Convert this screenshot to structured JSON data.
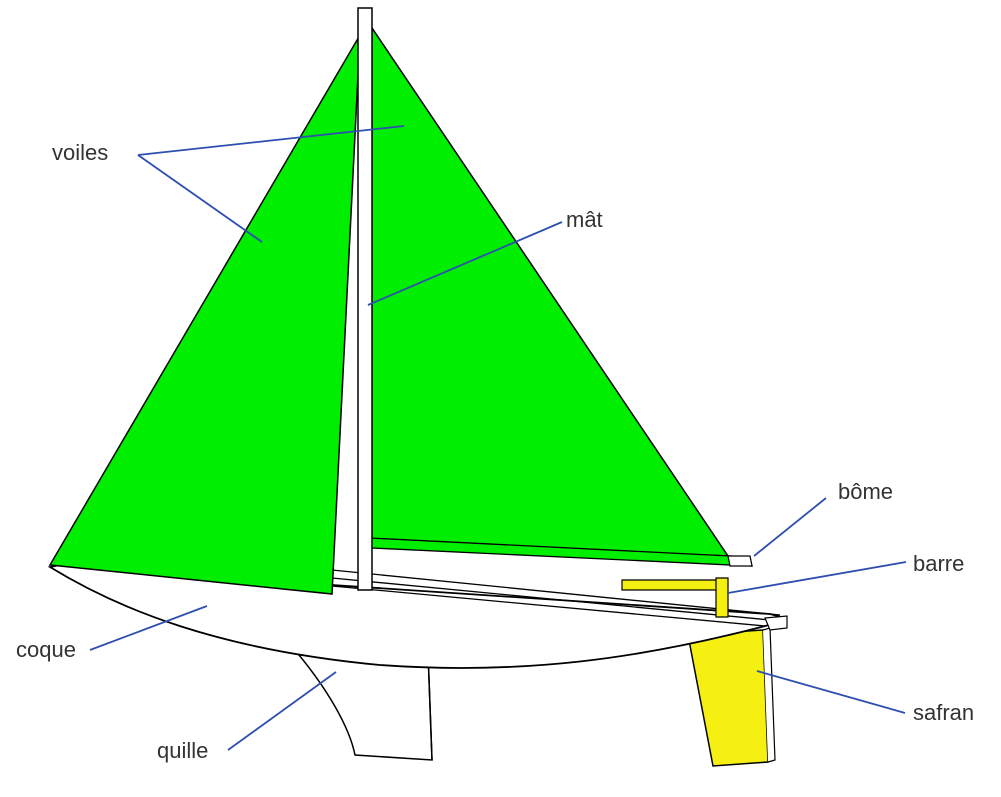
{
  "colors": {
    "sail": "#00ee00",
    "rudder": "#f5f012",
    "outline": "#000000",
    "leader": "#2e4fb0",
    "label_text": "#333333"
  },
  "labels": {
    "voiles": "voiles",
    "mat": "mât",
    "bome": "bôme",
    "barre": "barre",
    "coque": "coque",
    "quille": "quille",
    "safran": "safran"
  }
}
